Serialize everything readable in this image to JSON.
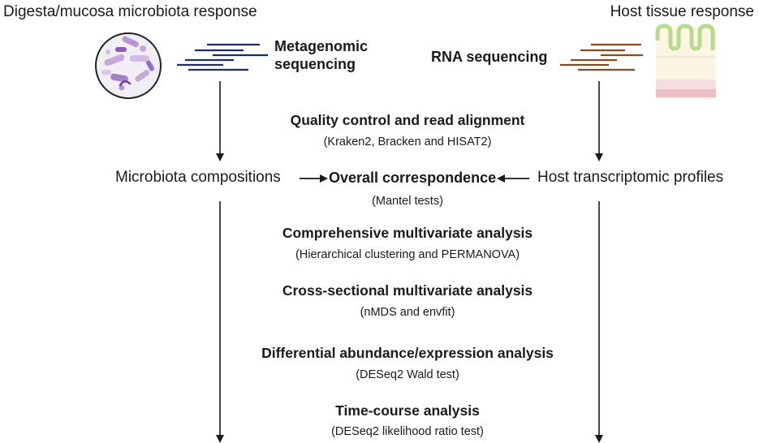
{
  "header": {
    "left_title": "Digesta/mucosa microbiota response",
    "right_title": "Host tissue response"
  },
  "left_sequencing": {
    "line1": "Metagenomic",
    "line2": "sequencing",
    "color": "#1f2a6e"
  },
  "right_sequencing": {
    "label": "RNA sequencing",
    "color": "#8a4a1e"
  },
  "steps": [
    {
      "title": "Quality control and read alignment",
      "subtitle": "(Kraken2, Bracken and HISAT2)"
    },
    {
      "title": "Overall correspondence",
      "subtitle": "(Mantel tests)"
    },
    {
      "title": "Comprehensive multivariate analysis",
      "subtitle": "(Hierarchical clustering and PERMANOVA)"
    },
    {
      "title": "Cross-sectional multivariate analysis",
      "subtitle": "(nMDS and envfit)"
    },
    {
      "title": "Differential abundance/expression analysis",
      "subtitle": "(DESeq2 Wald test)"
    },
    {
      "title": "Time-course analysis",
      "subtitle": "(DESeq2 likelihood ratio test)"
    }
  ],
  "nodes": {
    "left": "Microbiota compositions",
    "right": "Host transcriptomic profiles"
  },
  "icons": {
    "microbiota": "microbiota-petri-dish-icon",
    "tissue": "intestinal-tissue-icon"
  }
}
